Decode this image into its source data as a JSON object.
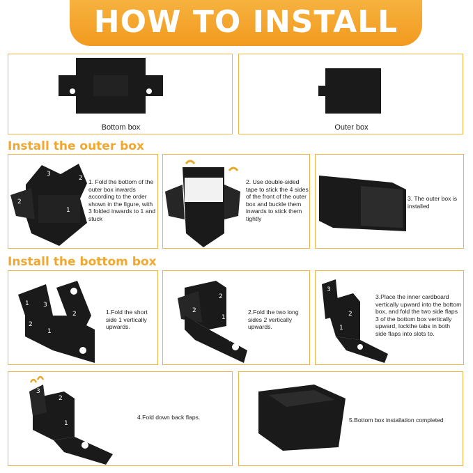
{
  "header": {
    "title": "HOW TO INSTALL"
  },
  "top": {
    "bottom_box_label": "Bottom box",
    "outer_box_label": "Outer box"
  },
  "outer_section": {
    "title": "Install the outer box",
    "step1": "1. Fold the bottom of the outer box inwards according to the order shown in the figure, with 3 folded inwards to 1 and stuck",
    "step2": "2. Use double-sided tape to stick the 4 sides of the front of the outer box and buckle them inwards to stick them tightly",
    "step3": "3. The outer box is installed"
  },
  "bottom_section": {
    "title": "Install the bottom box",
    "step1": "1.Fold the short side 1 vertically upwards.",
    "step2": "2.Fold the two long sides 2 vertically upwards.",
    "step3": "3.Place the inner cardboard vertically upward into the bottom box, and fold the two side flaps 3 of the bottom box vertically upward, lockthe tabs in both side flaps into slots to.",
    "step4": "4.Fold down back flaps.",
    "step5": "5.Bottom box installation completed"
  },
  "diagram_numbers": {
    "one": "1",
    "two": "2",
    "three": "3"
  },
  "colors": {
    "accent": "#f0a830",
    "panel_border": "#f0b347",
    "box": "#1a1a1a"
  }
}
